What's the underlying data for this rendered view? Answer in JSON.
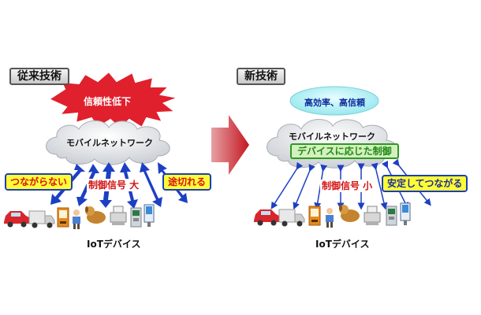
{
  "conventional": {
    "title": "従来技術",
    "burst_label": "信頼性低下",
    "cloud_label": "モバイルネットワーク",
    "callout_left": "つながらない",
    "callout_right": "途切れる",
    "signal_label": "制御信号 大",
    "device_label": "IoTデバイス"
  },
  "new_tech": {
    "title": "新技術",
    "oval_label": "高効率、高信頼",
    "cloud_label": "モバイルネットワーク",
    "control_label": "デバイスに応じた制御",
    "signal_label": "制御信号 小",
    "callout_right": "安定してつながる",
    "device_label": "IoTデバイス"
  },
  "devices": [
    "car-icon",
    "truck-icon",
    "vending-machine-icon",
    "person-icon",
    "dog-icon",
    "cash-register-icon",
    "atm-icon",
    "kiosk-icon"
  ],
  "colors": {
    "arrow_thick": "#1d3fc4",
    "arrow_thin": "#1d3fc4",
    "burst": "#e0202c",
    "center_arrow": "#d21a2a",
    "callout_bg": "#fffc36",
    "oval_bg": "#aef0f4",
    "control_bg": "#d4efc0"
  }
}
